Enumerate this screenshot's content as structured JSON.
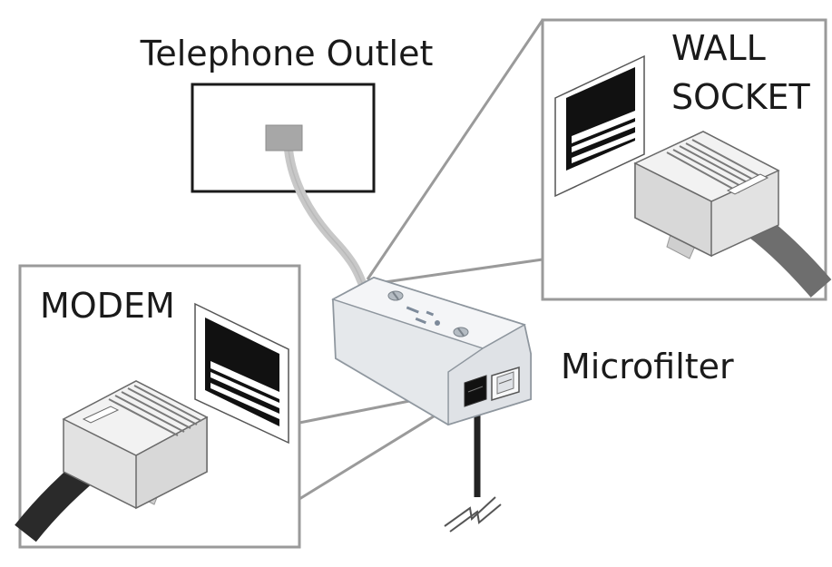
{
  "labels": {
    "telephone_outlet": "Telephone Outlet",
    "wall_line1": "WALL",
    "wall_line2": "SOCKET",
    "modem": "MODEM",
    "microfilter": "Microfilter"
  },
  "colors": {
    "callout_line": "#9a9a9a",
    "plug_body": "#dcdcdc",
    "cable_dark": "#2a2a2a",
    "cable_grey": "#6e6e6e",
    "device_body": "#e9ebee"
  }
}
